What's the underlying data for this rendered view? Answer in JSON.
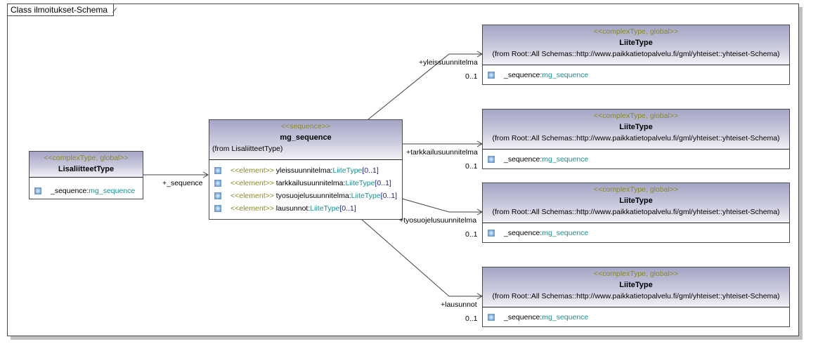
{
  "frame": {
    "title": "Class ilmoitukset-Schema"
  },
  "classes": {
    "lisaliitteet": {
      "stereotype": "<<complexType, global>>",
      "name": "LisaliitteetType",
      "attributes": [
        {
          "name": "_sequence:",
          "type": "mg_sequence"
        }
      ]
    },
    "mg_sequence": {
      "stereotype": "<<sequence>>",
      "name": "mg_sequence",
      "from": "(from LisaliitteetType)",
      "elements": [
        {
          "stereotype": "<<element>>",
          "name": " yleissuunnitelma:",
          "type": "LiiteType",
          "mult": "[0..1]"
        },
        {
          "stereotype": "<<element>>",
          "name": " tarkkailusuunnitelma:",
          "type": "LiiteType",
          "mult": "[0..1]"
        },
        {
          "stereotype": "<<element>>",
          "name": " tyosuojelusuunnitelma:",
          "type": "LiiteType",
          "mult": "[0..1]"
        },
        {
          "stereotype": "<<element>>",
          "name": " lausunnot:",
          "type": "LiiteType",
          "mult": "[0..1]"
        }
      ]
    },
    "liite": [
      {
        "stereotype": "<<complexType, global>>",
        "name": "LiiteType",
        "from": "(from Root::All Schemas::http://www.paikkatietopalvelu.fi/gml/yhteiset::yhteiset-Schema)",
        "attr_name": "_sequence:",
        "attr_type": "mg_sequence"
      },
      {
        "stereotype": "<<complexType, global>>",
        "name": "LiiteType",
        "from": "(from Root::All Schemas::http://www.paikkatietopalvelu.fi/gml/yhteiset::yhteiset-Schema)",
        "attr_name": "_sequence:",
        "attr_type": "mg_sequence"
      },
      {
        "stereotype": "<<complexType, global>>",
        "name": "LiiteType",
        "from": "(from Root::All Schemas::http://www.paikkatietopalvelu.fi/gml/yhteiset::yhteiset-Schema)",
        "attr_name": "_sequence:",
        "attr_type": "mg_sequence"
      },
      {
        "stereotype": "<<complexType, global>>",
        "name": "LiiteType",
        "from": "(from Root::All Schemas::http://www.paikkatietopalvelu.fi/gml/yhteiset::yhteiset-Schema)",
        "attr_name": "_sequence:",
        "attr_type": "mg_sequence"
      }
    ]
  },
  "associations": [
    {
      "role": "+_sequence",
      "multiplicity": ""
    },
    {
      "role": "+yleissuunnitelma",
      "multiplicity": "0..1"
    },
    {
      "role": "+tarkkailusuunnitelma",
      "multiplicity": "0..1"
    },
    {
      "role": "+tyosuojelusuunnitelma",
      "multiplicity": "0..1"
    },
    {
      "role": "+lausunnot",
      "multiplicity": "0..1"
    }
  ]
}
